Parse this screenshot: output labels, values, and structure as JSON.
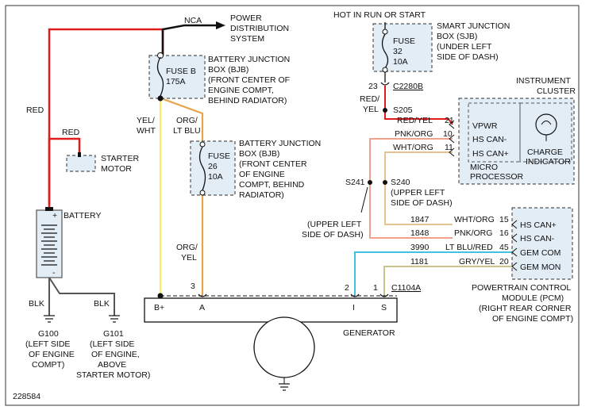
{
  "figure_id": "228584",
  "top": {
    "nca": "NCA",
    "pds": [
      "POWER",
      "DISTRIBUTION",
      "SYSTEM"
    ],
    "hot": "HOT IN RUN OR START"
  },
  "sjb": {
    "label": [
      "SMART JUNCTION",
      "BOX (SJB)",
      "(UNDER LEFT",
      "SIDE OF DASH)"
    ],
    "fuse": [
      "FUSE",
      "32",
      "10A"
    ],
    "pin": "23",
    "connector": "C2280B",
    "splice": "S205",
    "wire_color": [
      "RED/",
      "YEL"
    ]
  },
  "fuse_b": {
    "fuse": [
      "FUSE B",
      "175A"
    ],
    "label": [
      "BATTERY JUNCTION",
      "BOX (BJB)",
      "(FRONT CENTER OF",
      "ENGINE COMPT,",
      "BEHIND RADIATOR)"
    ]
  },
  "fuse_26": {
    "fuse": [
      "FUSE",
      "26",
      "10A"
    ],
    "label": [
      "BATTERY JUNCTION",
      "BOX (BJB)",
      "(FRONT CENTER",
      "OF ENGINE",
      "COMPT, BEHIND",
      "RADIATOR)"
    ]
  },
  "left": {
    "red_main": "RED",
    "red_starter": "RED",
    "starter": [
      "STARTER",
      "MOTOR"
    ],
    "battery": "BATTERY",
    "blk1": "BLK",
    "blk2": "BLK",
    "g100": [
      "G100",
      "(LEFT SIDE",
      "OF ENGINE",
      "COMPT)"
    ],
    "g101": [
      "G101",
      "(LEFT SIDE",
      "OF ENGINE,",
      "ABOVE",
      "STARTER MOTOR)"
    ]
  },
  "mid_wires": {
    "yel_wht": [
      "YEL/",
      "WHT"
    ],
    "org_ltblu": [
      "ORG/",
      "LT BLU"
    ],
    "org_yel": [
      "ORG/",
      "YEL"
    ],
    "pin3": "3",
    "pin2": "2",
    "pin1": "1",
    "connector": "C1104A"
  },
  "generator": {
    "label": "GENERATOR",
    "terms": [
      "B+",
      "A",
      "I",
      "S"
    ]
  },
  "cluster": {
    "title": [
      "INSTRUMENT",
      "CLUSTER"
    ],
    "micro": [
      "MICRO",
      "PROCESSOR"
    ],
    "pins": [
      {
        "label": "VPWR",
        "num": "21",
        "wire": "RED/YEL"
      },
      {
        "label": "HS CAN-",
        "num": "10",
        "wire": "PNK/ORG"
      },
      {
        "label": "HS CAN+",
        "num": "11",
        "wire": "WHT/ORG"
      }
    ],
    "charge": [
      "CHARGE",
      "INDICATOR"
    ]
  },
  "splices": {
    "s241": "S241",
    "s240": "S240",
    "s240_loc": [
      "(UPPER LEFT",
      "SIDE OF DASH)"
    ],
    "s241_loc": [
      "(UPPER LEFT",
      "SIDE OF DASH)"
    ]
  },
  "pcm": {
    "title": [
      "POWERTRAIN CONTROL",
      "MODULE (PCM)",
      "(RIGHT REAR CORNER",
      "OF ENGINE COMPT)"
    ],
    "rows": [
      {
        "circuit": "1847",
        "wire": "WHT/ORG",
        "num": "15",
        "label": "HS CAN+"
      },
      {
        "circuit": "1848",
        "wire": "PNK/ORG",
        "num": "16",
        "label": "HS CAN-"
      },
      {
        "circuit": "3990",
        "wire": "LT BLU/RED",
        "num": "45",
        "label": "GEM COM"
      },
      {
        "circuit": "1181",
        "wire": "GRY/YEL",
        "num": "20",
        "label": "GEM MON"
      }
    ]
  },
  "colors": {
    "red": "#e01b1b",
    "yellow": "#f2ec6b",
    "orange": "#e8a24a",
    "pink": "#f2a08c",
    "tan": "#e5c28f",
    "blue": "#3fc3e0",
    "gray": "#c8c48a",
    "black": "#555555"
  }
}
